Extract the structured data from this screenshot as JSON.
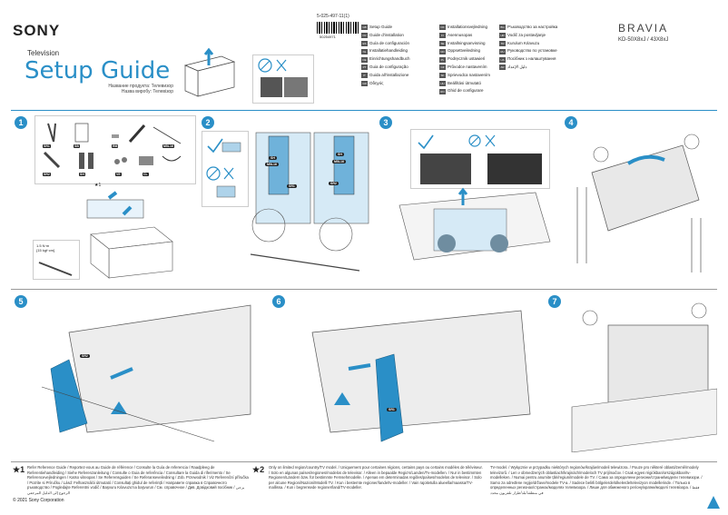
{
  "header": {
    "brand": "SONY",
    "product_category": "Television",
    "title": "Setup Guide",
    "title_sub": "Название продукта: Телевизор\nНазва виробу: Телевізор",
    "part_number": "5-025-497-11(1)",
    "barcode_number": "50254971",
    "series": "BRAVIA",
    "model": "KD-50X8xJ / 43X8xJ"
  },
  "languages": {
    "col1": [
      {
        "code": "GB",
        "label": "Setup Guide"
      },
      {
        "code": "FR",
        "label": "Guide d'installation"
      },
      {
        "code": "ES",
        "label": "Guía de configuración"
      },
      {
        "code": "NL",
        "label": "Installatiehandleiding"
      },
      {
        "code": "DE",
        "label": "Einrichtungshandbuch"
      },
      {
        "code": "PT",
        "label": "Guia de configuração"
      },
      {
        "code": "IT",
        "label": "Guida all'installazione"
      },
      {
        "code": "GR",
        "label": "Οδηγός"
      }
    ],
    "col2": [
      {
        "code": "DK",
        "label": "Installationsvejledning"
      },
      {
        "code": "FI",
        "label": "Asennusopas"
      },
      {
        "code": "SE",
        "label": "Installningsanvisning"
      },
      {
        "code": "NO",
        "label": "Oppsettveiledning"
      },
      {
        "code": "PL",
        "label": "Podręcznik ustawień"
      },
      {
        "code": "CZ",
        "label": "Průvodce nastavením"
      },
      {
        "code": "SK",
        "label": "Sprievodca nastavením"
      },
      {
        "code": "HU",
        "label": "Beállítási útmutató"
      },
      {
        "code": "RO",
        "label": "Ghid de configurare"
      }
    ],
    "col3": [
      {
        "code": "BG",
        "label": "Ръководство за настройка"
      },
      {
        "code": "HR",
        "label": "Vodič za postavljanje"
      },
      {
        "code": "TR",
        "label": "Kurulum Kılavuzu"
      },
      {
        "code": "RU",
        "label": "Руководство по установке"
      },
      {
        "code": "UA",
        "label": "Посібник з налаштування"
      },
      {
        "code": "AR",
        "label": "دليل الإعداد"
      }
    ]
  },
  "steps": {
    "s1": "1",
    "s2": "2",
    "s3": "3",
    "s4": "4",
    "s5": "5",
    "s6": "6",
    "s7": "7"
  },
  "parts": {
    "sr1": "SR1",
    "sb": "SB",
    "rm": "RM",
    "m5l16": "M5L16",
    "sr2": "SR2",
    "sh": "SH",
    "ve": "VE",
    "cl": "CL",
    "star1": "★1",
    "screwdriver": "1.5 N·m\n{15 kgf·cm}",
    "s2_sh": "SH",
    "s2_m5l16": "M5L16",
    "s2_sr1": "SR1",
    "s2_sh2": "SH",
    "s2_m5l16b": "M5L16",
    "s2_sr2": "SR2",
    "s5_sr2": "SR2",
    "s6_sr1": "SR1"
  },
  "footer": {
    "note1_mark": "★1",
    "note1": "Refer Reference Guide / Reportez-vous au Guide de référence / Consulte la Guía de referencia / Raadpleeg de Referentiehandleiding / Siehe Referenzanleitung / Consulte o Guia de referência / Consultare la Guida di riferimento / Se Referencevejledningen / Katso viiteopas / Se Referensguiden / Se Referanseveiledning / Zob. Przewodnik / Viz Referenční příručka / Pozrite si Príručku / Lásd: Felhasználói útmutató / Consultați ghidul de referință / Направете справка в Справочното ръководство / Pogledajte Referentni vodič / Başvuru Kılavuzu'na başvurun / См. справочное / Див. Довідковий посібник / يرجى الرجوع إلى الدليل المرجعي",
    "note2_mark": "★2",
    "note2": "Only on limited region/country/TV model. / Uniquement pour certaines régions, certains pays ou certains modèles de téléviseur. / Solo en algunas países/regiones/modelos de televisor. / Alleen in bepaalde Regio's/Landen/Tv-modellen. / Nur in bestimmten Regionen/Ländern bzw. für bestimmte Fernsehmodelle. / Apenas em determinadas regiões/países/modelos de televisor. / Solo per alcune Regioni/Nazioni/Modelli TV. / Kun i bestemte regioner/lande/tv-modeller. / Vain rajoitetulla alueella/maassa/TV-mallissa. / Kun i begrensede regioner/land/TV-modeller.",
    "note3": "TV-model. / Wyłącznie w przypadku niektórych regionów/krajów/modeli telewizora. / Pouze pro některé oblasti/země/modely televizorů. / Len v obmedzených oblastiach/krajinách/modeloch TV prijímačov. / Csak egyes régiókban/országokban/tv-modelleken. / Numai pentru anumite țări/regiuni/modele de TV. / Само за определени региони/страни/модели телевизори. / Samo za određene regije/države/modele TV-a. / Sadece belirli bölgelerde/ülkelerde/televizyon modellerinde. / Только в определенных регионах/странах/моделях телевизора. / Лише для обмеженого регіону/країни/моделі телевізора. / فقط في منطقة/بلد/طراز تلفزيون محدد",
    "copyright": "© 2021 Sony Corporation"
  }
}
